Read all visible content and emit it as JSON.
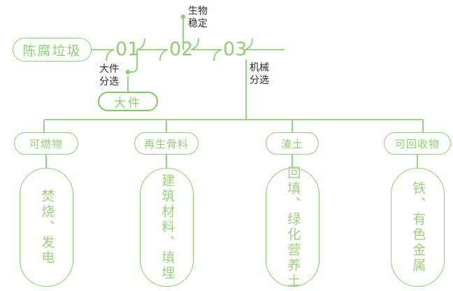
{
  "theme": {
    "line": "#8fcf73",
    "line_light": "#9ed07f",
    "accent": "#7dc95a",
    "text_dark": "#2b2b2b",
    "background": "#ffffff"
  },
  "flow": {
    "start": {
      "label": "陈腐垃圾"
    },
    "stages": [
      {
        "id": "01",
        "number": "01",
        "side_label": "大件\n分选",
        "side_label_pos": "below"
      },
      {
        "id": "02",
        "number": "02",
        "side_label": "生物\n稳定",
        "side_label_pos": "above"
      },
      {
        "id": "03",
        "number": "03",
        "side_label": "机械\n分选",
        "side_label_pos": "below"
      }
    ],
    "stage_labels": {
      "s1_line1": "大件",
      "s1_line2": "分选",
      "s2_line1": "生物",
      "s2_line2": "稳定",
      "s3_line1": "机械",
      "s3_line2": "分选"
    },
    "bulky_output": {
      "label": "大件"
    }
  },
  "outputs": [
    {
      "category": "可燃物",
      "detail": "焚烧、发电"
    },
    {
      "category": "再生骨料",
      "detail": "建筑材料、填埋"
    },
    {
      "category": "渣土",
      "detail": "回填、绿化营养土"
    },
    {
      "category": "可回收物",
      "detail": "铁、有色金属"
    }
  ]
}
